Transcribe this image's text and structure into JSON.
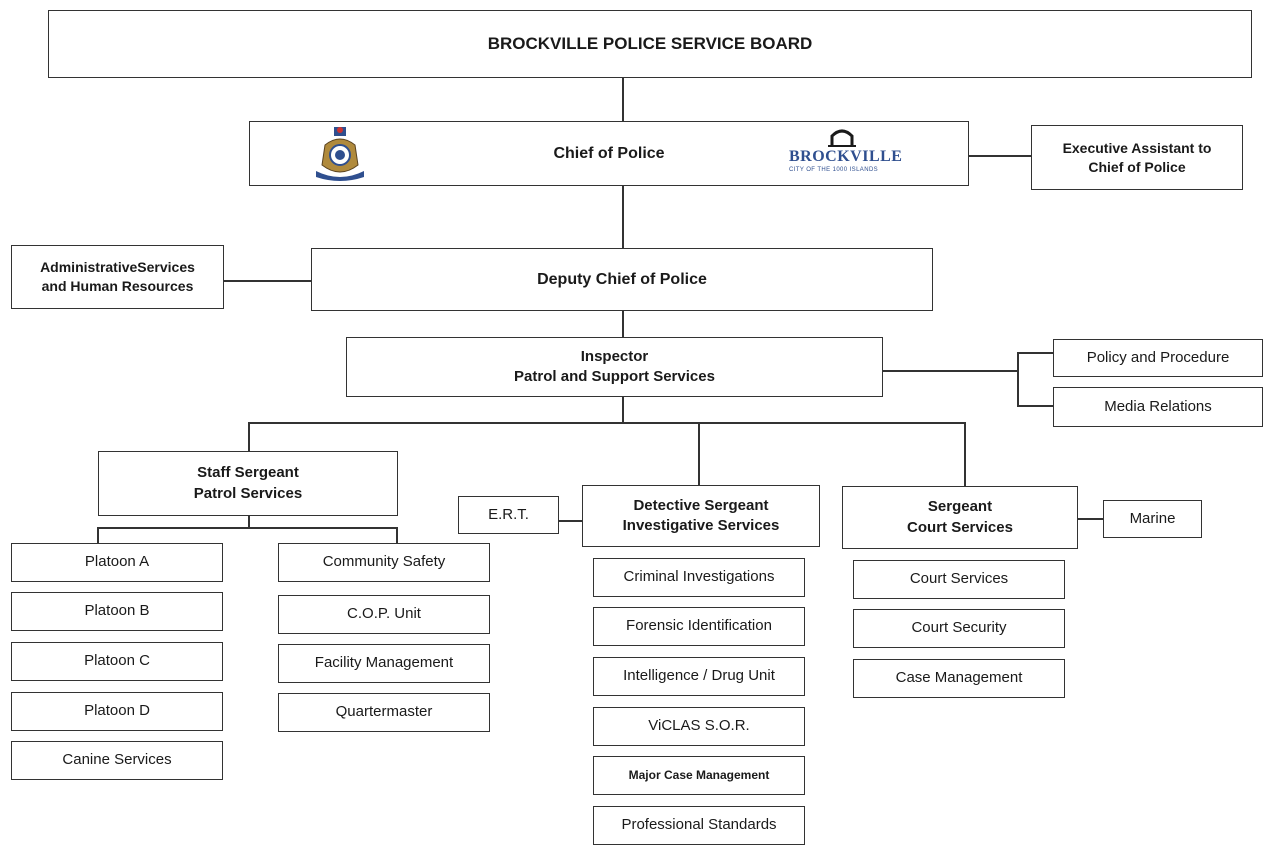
{
  "board": "BROCKVILLE POLICE SERVICE BOARD",
  "chief": "Chief of Police",
  "brockville_logo": {
    "wordmark": "BROCKVILLE",
    "tagline": "CITY OF THE 1000 ISLANDS"
  },
  "exec_assistant": [
    "Executive Assistant to",
    "Chief of Police"
  ],
  "admin_services": [
    "AdministrativeServices",
    "and Human Resources"
  ],
  "deputy_chief": "Deputy Chief of Police",
  "inspector": [
    "Inspector",
    "Patrol and Support Services"
  ],
  "policy": "Policy and Procedure",
  "media": "Media Relations",
  "staff_sergeant": [
    "Staff Sergeant",
    "Patrol Services"
  ],
  "patrol_units": [
    "Platoon A",
    "Platoon B",
    "Platoon C",
    "Platoon D",
    "Canine Services"
  ],
  "support_units": [
    "Community Safety",
    "C.O.P. Unit",
    "Facility Management",
    "Quartermaster"
  ],
  "ert": "E.R.T.",
  "det_sergeant": [
    "Detective Sergeant",
    "Investigative Services"
  ],
  "investigative_units": [
    "Criminal Investigations",
    "Forensic Identification",
    "Intelligence / Drug Unit",
    "ViCLAS S.O.R.",
    "Major Case Management",
    "Professional Standards"
  ],
  "sergeant_court": [
    "Sergeant",
    "Court Services"
  ],
  "marine": "Marine",
  "court_units": [
    "Court Services",
    "Court Security",
    "Case Management"
  ],
  "colors": {
    "line": "#333333",
    "logo_blue": "#2f4f8f",
    "crest_gold": "#b08a3c"
  }
}
